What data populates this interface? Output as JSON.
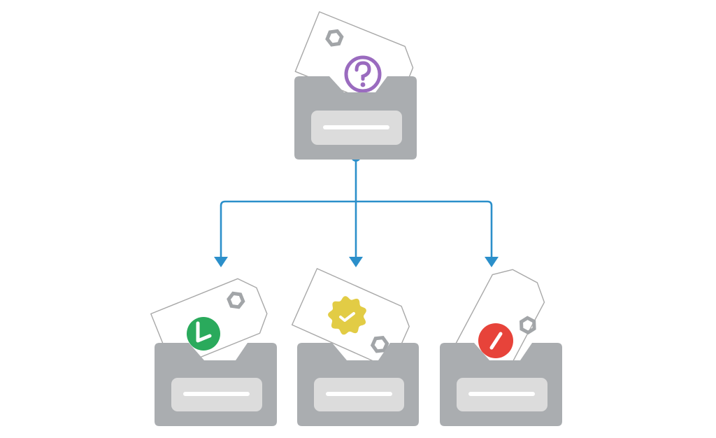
{
  "colors": {
    "background": "#ffffff",
    "folder": "#aaadb0",
    "folder_label": "#dcdcdc",
    "label_line": "#ffffff",
    "card_fill": "#ffffff",
    "card_stroke": "#a8a8a8",
    "hex_icon": "#a2a5a8",
    "connector": "#2b8fca",
    "unknown_badge": "#9a6bbf",
    "approved_badge": "#2aaa5c",
    "verified_badge": "#e2cc45",
    "rejected_badge": "#e7433a"
  },
  "diagram": {
    "source": {
      "badge": "question-mark",
      "badge_color_key": "unknown_badge"
    },
    "targets": [
      {
        "id": "left",
        "badge": "checkmark-circle",
        "badge_color_key": "approved_badge"
      },
      {
        "id": "center",
        "badge": "verified-seal",
        "badge_color_key": "verified_badge"
      },
      {
        "id": "right",
        "badge": "slash-circle",
        "badge_color_key": "rejected_badge"
      }
    ],
    "connector": {
      "style": "tree-branch-with-arrowheads",
      "branches": 3
    }
  }
}
